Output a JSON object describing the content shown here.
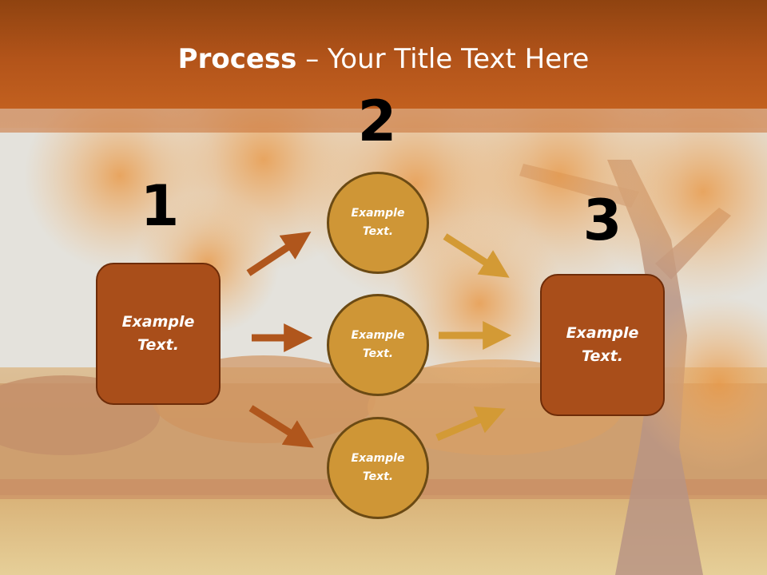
{
  "title": {
    "bold": "Process",
    "dash": " – ",
    "rest": "Your Title Text Here"
  },
  "steps": {
    "n1": "1",
    "n2": "2",
    "n3": "3"
  },
  "shapes": {
    "left_box": "Example\nText.",
    "circle_top": "Example\nText.",
    "circle_middle": "Example\nText.",
    "circle_bottom": "Example\nText.",
    "right_box": "Example\nText."
  },
  "colors": {
    "title_bar": "#b3541a",
    "box_fill": "#a94e1a",
    "circle_fill": "#cf9636",
    "arrow_left": "#b0561c",
    "arrow_right": "#d39a35"
  }
}
